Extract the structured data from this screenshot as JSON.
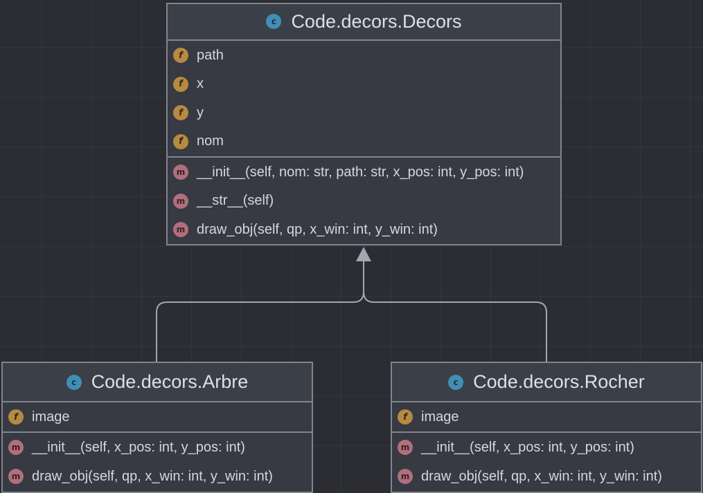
{
  "diagram": {
    "classes": {
      "decors": {
        "title": "Code.decors.Decors",
        "icon": "class-icon",
        "fields": [
          "path",
          "x",
          "y",
          "nom"
        ],
        "methods": [
          "__init__(self, nom: str, path: str, x_pos: int, y_pos: int)",
          "__str__(self)",
          "draw_obj(self, qp, x_win: int, y_win: int)"
        ]
      },
      "arbre": {
        "title": "Code.decors.Arbre",
        "icon": "class-icon",
        "fields": [
          "image"
        ],
        "methods": [
          "__init__(self, x_pos: int, y_pos: int)",
          "draw_obj(self, qp, x_win: int, y_win: int)"
        ]
      },
      "rocher": {
        "title": "Code.decors.Rocher",
        "icon": "class-icon",
        "fields": [
          "image"
        ],
        "methods": [
          "__init__(self, x_pos: int, y_pos: int)",
          "draw_obj(self, qp, x_win: int, y_win: int)"
        ]
      }
    },
    "inheritance": [
      {
        "child": "Code.decors.Arbre",
        "parent": "Code.decors.Decors"
      },
      {
        "child": "Code.decors.Rocher",
        "parent": "Code.decors.Decors"
      }
    ],
    "badges": {
      "class": "c",
      "field": "f",
      "method": "m"
    },
    "colors": {
      "background": "#2b2d33",
      "box": "#373a43",
      "border": "#808590",
      "class_badge": "#3f8fb5",
      "field_badge": "#b78a3f",
      "method_badge": "#b06f7c",
      "edge": "#a3a7b2"
    }
  }
}
